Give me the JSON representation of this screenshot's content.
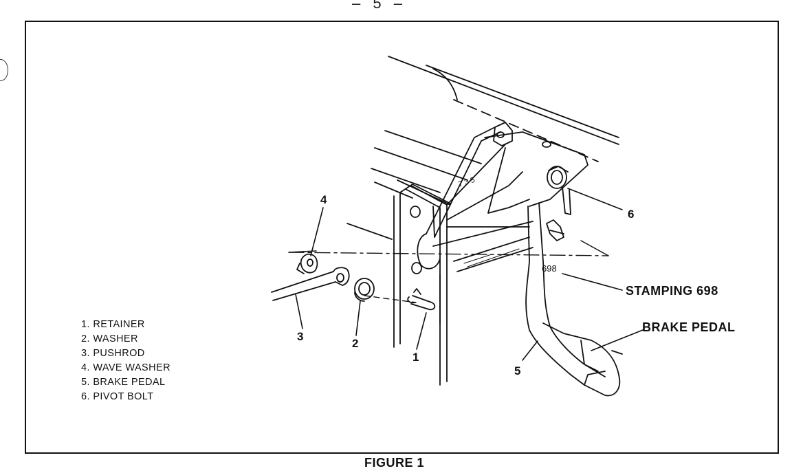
{
  "page_number": "– 5 –",
  "figure_caption": "FIGURE 1",
  "callouts": {
    "c1": "1",
    "c2": "2",
    "c3": "3",
    "c4": "4",
    "c5": "5",
    "c6": "6"
  },
  "labels": {
    "stamping": "STAMPING 698",
    "brake_pedal": "BRAKE PEDAL",
    "pedal_stamp": "698",
    "bracket_stamp": "7 3 5"
  },
  "legend": [
    "1.  RETAINER",
    "2.  WASHER",
    "3.  PUSHROD",
    "4.  WAVE WASHER",
    "5.  BRAKE PEDAL",
    "6.  PIVOT BOLT"
  ]
}
